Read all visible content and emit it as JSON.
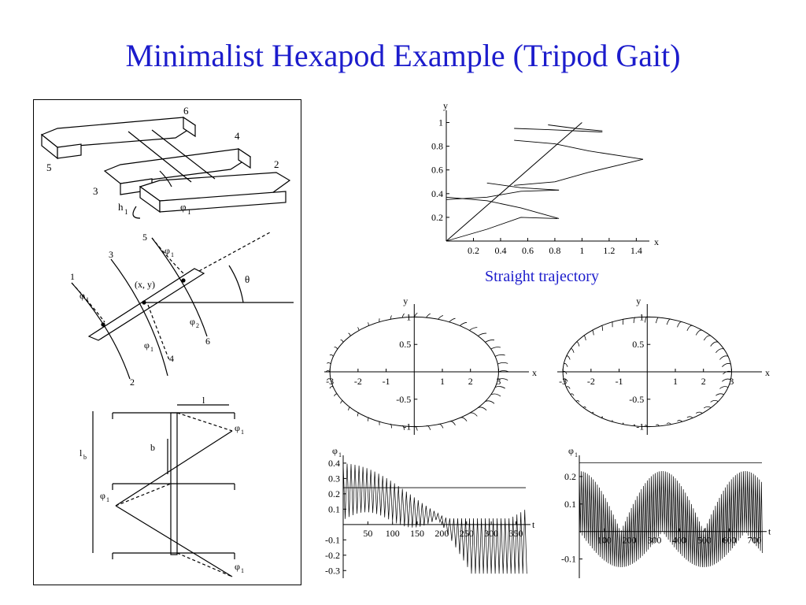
{
  "slide": {
    "title": "Minimalist Hexapod Example (Tripod Gait)",
    "caption": "Straight trajectory"
  },
  "figure": {
    "top": {
      "legs": [
        "6",
        "4",
        "2",
        "5",
        "3"
      ],
      "h_label": "h",
      "h_sub": "1",
      "phi_label": "φ",
      "phi_sub": "1"
    },
    "middle": {
      "legs": [
        "5",
        "3",
        "1",
        "6",
        "4",
        "2"
      ],
      "center": "(x, y)",
      "theta": "θ",
      "phi": "φ",
      "phi1_sub": "1",
      "phi2_sub": "2"
    },
    "bottom": {
      "l": "l",
      "lb": "l",
      "lb_sub": "b",
      "b": "b",
      "phi": "φ",
      "phi_sub": "1"
    }
  },
  "chart_data": [
    {
      "type": "line",
      "id": "straight",
      "xlabel": "x",
      "ylabel": "y",
      "xlim": [
        0,
        1.45
      ],
      "ylim": [
        0,
        1.05
      ],
      "xticks": [
        "0.2",
        "0.4",
        "0.6",
        "0.8",
        "1",
        "1.2",
        "1.4"
      ],
      "yticks": [
        "0.2",
        "0.4",
        "0.6",
        "0.8",
        "1"
      ],
      "series": [
        {
          "x": [
            0,
            1.0
          ],
          "y": [
            0,
            1.0
          ]
        }
      ]
    },
    {
      "type": "line",
      "id": "circle-left",
      "xlabel": "x",
      "ylabel": "y",
      "xlim": [
        -3.2,
        3.8
      ],
      "ylim": [
        -1.15,
        1.15
      ],
      "xticks": [
        "-3",
        "-2",
        "-1",
        "1",
        "2",
        "3"
      ],
      "yticks": [
        "1",
        "0.5",
        "-0.5",
        "-1"
      ],
      "series": [
        {
          "shape": "ellipse",
          "rx": 3,
          "ry": 1
        }
      ]
    },
    {
      "type": "line",
      "id": "circle-right",
      "xlabel": "x",
      "ylabel": "y",
      "xlim": [
        -3.2,
        3.8
      ],
      "ylim": [
        -1.15,
        1.15
      ],
      "xticks": [
        "-3",
        "-2",
        "-1",
        "1",
        "2",
        "3"
      ],
      "yticks": [
        "1",
        "0.5",
        "-0.5",
        "-1"
      ],
      "series": [
        {
          "shape": "ellipse",
          "rx": 3,
          "ry": 1
        }
      ]
    },
    {
      "type": "line",
      "id": "phi-left",
      "xlabel": "t",
      "ylabel": "φ",
      "ylabel_sub": "1",
      "xlim": [
        0,
        370
      ],
      "ylim": [
        -0.35,
        0.42
      ],
      "xticks": [
        "50",
        "100",
        "150",
        "200",
        "250",
        "300",
        "350"
      ],
      "yticks": [
        "0.4",
        "0.3",
        "0.2",
        "0.1",
        "-0.1",
        "-0.2",
        "-0.3"
      ],
      "reference_y": 0.24
    },
    {
      "type": "line",
      "id": "phi-right",
      "xlabel": "t",
      "ylabel": "φ",
      "ylabel_sub": "1",
      "xlim": [
        0,
        730
      ],
      "ylim": [
        -0.17,
        0.26
      ],
      "xticks": [
        "100",
        "200",
        "300",
        "400",
        "500",
        "600",
        "700"
      ],
      "yticks": [
        "0.2",
        "0.1",
        "-0.1"
      ],
      "reference_y": 0.25
    }
  ]
}
